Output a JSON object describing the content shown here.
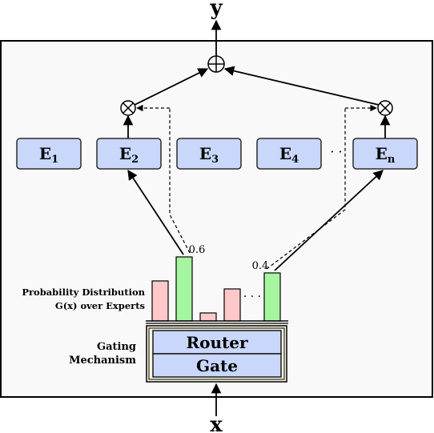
{
  "output_label": "y",
  "input_label": "x",
  "experts": [
    {
      "letter": "E",
      "sub": "1"
    },
    {
      "letter": "E",
      "sub": "2"
    },
    {
      "letter": "E",
      "sub": "3"
    },
    {
      "letter": "E",
      "sub": "4"
    },
    {
      "letter": "E",
      "sub": "n"
    }
  ],
  "expert_ellipsis": "· ·",
  "bar_ellipsis": "· · ·",
  "probabilities": {
    "e2": "0.6",
    "en": "0.4"
  },
  "distribution_label": {
    "line1": "Probability Distribution",
    "line2": "G(x) over Experts"
  },
  "gating_label": {
    "line1": "Gating",
    "line2": "Mechanism"
  },
  "router_label": "Router",
  "gate_label": "Gate",
  "bars": [
    {
      "value": 0.5,
      "color": "#ffc9c9",
      "selected": false
    },
    {
      "value": 0.8,
      "color": "#a6f5a0",
      "selected": true
    },
    {
      "value": 0.1,
      "color": "#ffc9c9",
      "selected": false
    },
    {
      "value": 0.4,
      "color": "#ffc9c9",
      "selected": false
    },
    {
      "value": 0.6,
      "color": "#a6f5a0",
      "selected": true
    }
  ],
  "colors": {
    "expert_fill": "#c9d7fb",
    "selected_bar": "#a6f5a0",
    "unselected_bar": "#ffc9c9",
    "gating_frame": "#f7f3df"
  }
}
